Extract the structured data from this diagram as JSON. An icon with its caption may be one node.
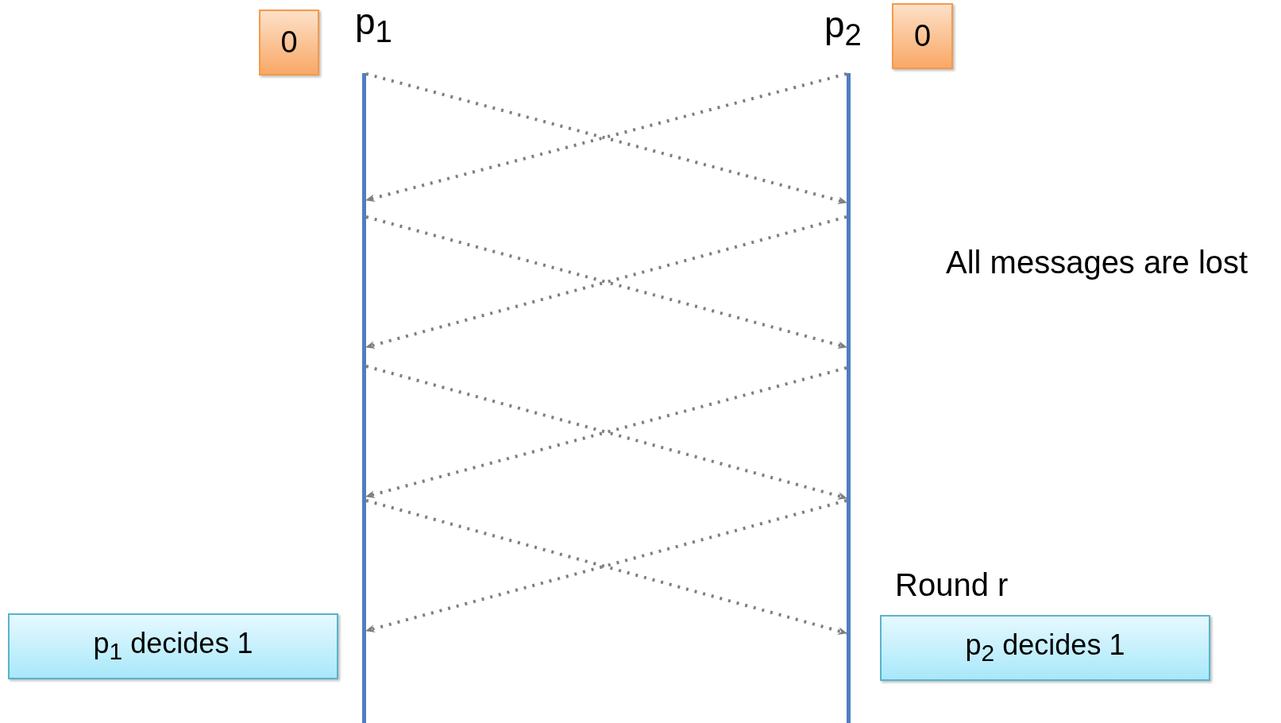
{
  "diagram": {
    "nodes": [
      {
        "text": [
          "0"
        ]
      },
      {
        "text": [
          "p$_{1}$"
        ]
      },
      {
        "text": [
          "p$_{2}$"
        ]
      },
      {
        "text": [
          "0"
        ]
      },
      {
        "text": [
          "p$_{1}$ decides 1"
        ]
      },
      {
        "text": [
          "p$_{2}$ decides 1"
        ]
      }
    ],
    "edges": [
      {
        "from": 1,
        "to": 2,
        "arrow": "to",
        "style": "dashed"
      },
      {
        "from": 2,
        "to": 1,
        "arrow": "to",
        "style": "dashed"
      },
      {
        "from": 1,
        "to": 2,
        "arrow": "to",
        "style": "dashed"
      },
      {
        "from": 2,
        "to": 1,
        "arrow": "to",
        "style": "dashed"
      },
      {
        "from": 1,
        "to": 2,
        "arrow": "to",
        "style": "dashed"
      },
      {
        "from": 2,
        "to": 1,
        "arrow": "to",
        "style": "dashed"
      },
      {
        "from": 1,
        "to": 2,
        "arrow": "to",
        "style": "dashed"
      },
      {
        "from": 2,
        "to": 1,
        "arrow": "to",
        "style": "dashed"
      }
    ],
    "labels": [
      "All messages are lost",
      "Round r"
    ]
  }
}
